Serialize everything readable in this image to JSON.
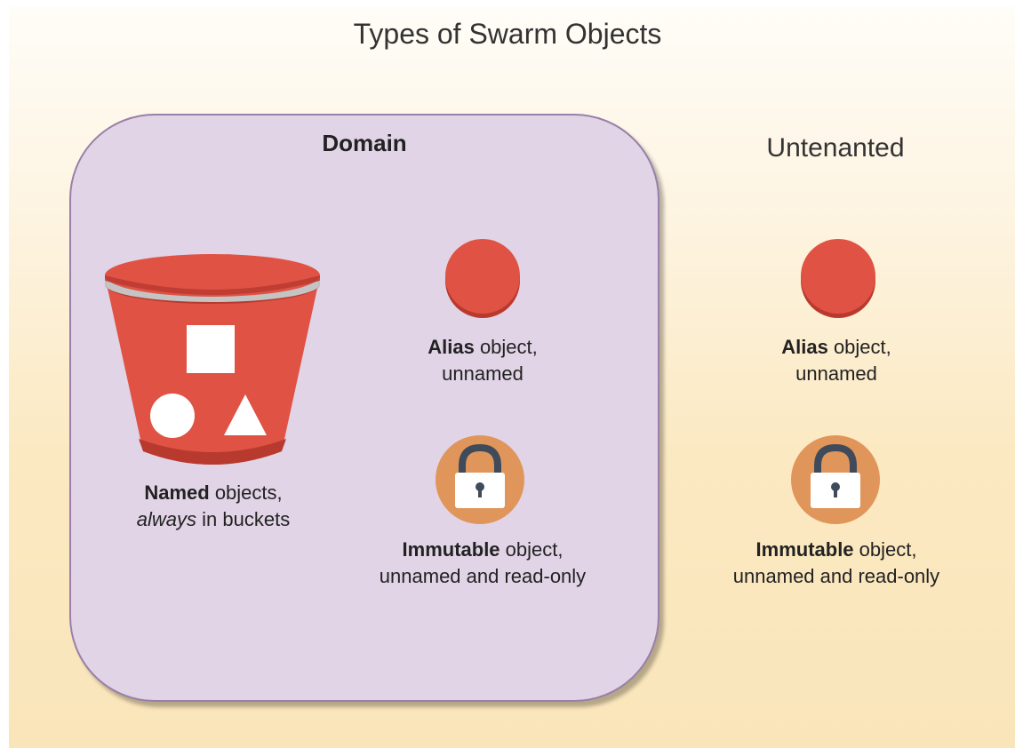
{
  "title": "Types of Swarm Objects",
  "domain": {
    "title": "Domain",
    "bucket": {
      "caption_bold": "Named",
      "caption_rest": " objects,",
      "caption_italic": "always",
      "caption_tail": " in buckets"
    },
    "alias": {
      "caption_bold": "Alias",
      "caption_rest": " object,",
      "caption_line2": "unnamed"
    },
    "immutable": {
      "caption_bold": "Immutable",
      "caption_rest": " object,",
      "caption_line2": "unnamed and read-only"
    }
  },
  "untenanted": {
    "title": "Untenanted",
    "alias": {
      "caption_bold": "Alias",
      "caption_rest": " object,",
      "caption_line2": "unnamed"
    },
    "immutable": {
      "caption_bold": "Immutable",
      "caption_rest": " object,",
      "caption_line2": "unnamed and read-only"
    }
  },
  "colors": {
    "red": "#e05243",
    "red_dark": "#b83a2f",
    "lock_orange": "#e0955a",
    "domain_fill": "#e1d4e6",
    "domain_border": "#9a7fa8"
  },
  "icons": [
    "bucket-icon",
    "alias-sphere-icon",
    "lock-icon"
  ]
}
